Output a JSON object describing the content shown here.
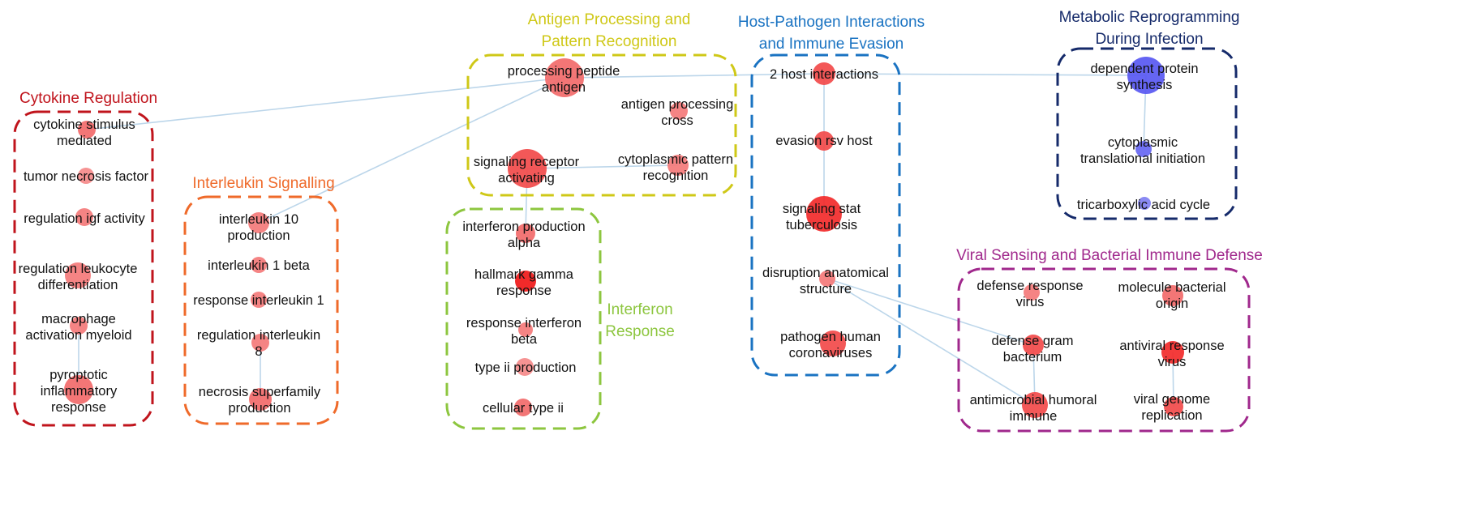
{
  "clusters": [
    {
      "key": "cytokine",
      "title": "Cytokine Regulation",
      "color": "#c0141c"
    },
    {
      "key": "interleukin",
      "title": "Interleukin Signalling",
      "color": "#ef6a2a"
    },
    {
      "key": "antigen",
      "title": "Antigen Processing and Pattern Recognition",
      "color": "#cfc817"
    },
    {
      "key": "interferon",
      "title": "Interferon Response",
      "color": "#8dc63f"
    },
    {
      "key": "host",
      "title": "Host-Pathogen Interactions and Immune Evasion",
      "color": "#1a73c2"
    },
    {
      "key": "metabolic",
      "title": "Metabolic Reprogramming During Infection",
      "color": "#152a6a"
    },
    {
      "key": "viral",
      "title": "Viral Sensing and Bacterial Immune Defense",
      "color": "#a0288c"
    }
  ],
  "nodes": [
    {
      "id": "cytokine_stimulus",
      "cluster": "cytokine",
      "label": "cytokine stimulus mediated",
      "color": "#f26a6a"
    },
    {
      "id": "tnf",
      "cluster": "cytokine",
      "label": "tumor necrosis factor",
      "color": "#f58a8a"
    },
    {
      "id": "igf",
      "cluster": "cytokine",
      "label": "regulation igf activity",
      "color": "#f47a7a"
    },
    {
      "id": "leukocyte",
      "cluster": "cytokine",
      "label": "regulation leukocyte differentiation",
      "color": "#f47a7a"
    },
    {
      "id": "macrophage",
      "cluster": "cytokine",
      "label": "macrophage activation myeloid",
      "color": "#f47a7a"
    },
    {
      "id": "pyroptotic",
      "cluster": "cytokine",
      "label": "pyroptotic inflammatory response",
      "color": "#f26a6a"
    },
    {
      "id": "il10",
      "cluster": "interleukin",
      "label": "interleukin 10 production",
      "color": "#f47a7a"
    },
    {
      "id": "il1b",
      "cluster": "interleukin",
      "label": "interleukin 1 beta",
      "color": "#f47a7a"
    },
    {
      "id": "resp_il1",
      "cluster": "interleukin",
      "label": "response interleukin 1",
      "color": "#f47a7a"
    },
    {
      "id": "il8",
      "cluster": "interleukin",
      "label": "regulation interleukin 8",
      "color": "#f47a7a"
    },
    {
      "id": "necrosis_sf",
      "cluster": "interleukin",
      "label": "necrosis superfamily production",
      "color": "#f26a6a"
    },
    {
      "id": "peptide",
      "cluster": "antigen",
      "label": "processing peptide antigen",
      "color": "#f26a6a"
    },
    {
      "id": "ag_cross",
      "cluster": "antigen",
      "label": "antigen processing cross",
      "color": "#f47a7a"
    },
    {
      "id": "sig_receptor",
      "cluster": "antigen",
      "label": "signaling receptor activating",
      "color": "#f24a4a"
    },
    {
      "id": "cyto_pattern",
      "cluster": "antigen",
      "label": "cytoplasmic pattern recognition",
      "color": "#f47a7a"
    },
    {
      "id": "ifn_alpha",
      "cluster": "interferon",
      "label": "interferon production alpha",
      "color": "#f26a6a"
    },
    {
      "id": "hallmark",
      "cluster": "interferon",
      "label": "hallmark gamma response",
      "color": "#f01818"
    },
    {
      "id": "ifn_beta",
      "cluster": "interferon",
      "label": "response interferon beta",
      "color": "#f47a7a"
    },
    {
      "id": "type2",
      "cluster": "interferon",
      "label": "type ii production",
      "color": "#f58a8a"
    },
    {
      "id": "cell_type2",
      "cluster": "interferon",
      "label": "cellular type ii",
      "color": "#f26a6a"
    },
    {
      "id": "host2",
      "cluster": "host",
      "label": "2 host interactions",
      "color": "#f24a4a"
    },
    {
      "id": "rsv",
      "cluster": "host",
      "label": "evasion rsv host",
      "color": "#f24a4a"
    },
    {
      "id": "stat_tb",
      "cluster": "host",
      "label": "signaling stat tuberculosis",
      "color": "#f22a2a"
    },
    {
      "id": "disruption",
      "cluster": "host",
      "label": "disruption anatomical structure",
      "color": "#f47a7a"
    },
    {
      "id": "coronavirus",
      "cluster": "host",
      "label": "pathogen human coronaviruses",
      "color": "#f24a4a"
    },
    {
      "id": "protein_syn",
      "cluster": "metabolic",
      "label": "dependent protein synthesis",
      "color": "#5858f2"
    },
    {
      "id": "cyto_transl",
      "cluster": "metabolic",
      "label": "cytoplasmic translational initiation",
      "color": "#6666f2"
    },
    {
      "id": "tca",
      "cluster": "metabolic",
      "label": "tricarboxylic acid cycle",
      "color": "#8080f2"
    },
    {
      "id": "def_virus",
      "cluster": "viral",
      "label": "defense response virus",
      "color": "#f47a7a"
    },
    {
      "id": "mol_bact",
      "cluster": "viral",
      "label": "molecule bacterial origin",
      "color": "#f26a6a"
    },
    {
      "id": "gram",
      "cluster": "viral",
      "label": "defense gram bacterium",
      "color": "#f24a4a"
    },
    {
      "id": "antiviral",
      "cluster": "viral",
      "label": "antiviral response virus",
      "color": "#f22a2a"
    },
    {
      "id": "antimicrobial",
      "cluster": "viral",
      "label": "antimicrobial humoral immune",
      "color": "#f24a4a"
    },
    {
      "id": "viral_genome",
      "cluster": "viral",
      "label": "viral genome replication",
      "color": "#f24a4a"
    }
  ],
  "edges": [
    [
      "cytokine_stimulus",
      "peptide"
    ],
    [
      "il10",
      "peptide"
    ],
    [
      "peptide",
      "host2"
    ],
    [
      "host2",
      "protein_syn"
    ],
    [
      "sig_receptor",
      "cyto_pattern"
    ],
    [
      "sig_receptor",
      "ifn_alpha"
    ],
    [
      "macrophage",
      "pyroptotic"
    ],
    [
      "il8",
      "necrosis_sf"
    ],
    [
      "host2",
      "rsv"
    ],
    [
      "rsv",
      "stat_tb"
    ],
    [
      "disruption",
      "gram"
    ],
    [
      "disruption",
      "antimicrobial"
    ],
    [
      "gram",
      "antimicrobial"
    ],
    [
      "protein_syn",
      "cyto_transl"
    ],
    [
      "antiviral",
      "viral_genome"
    ]
  ]
}
